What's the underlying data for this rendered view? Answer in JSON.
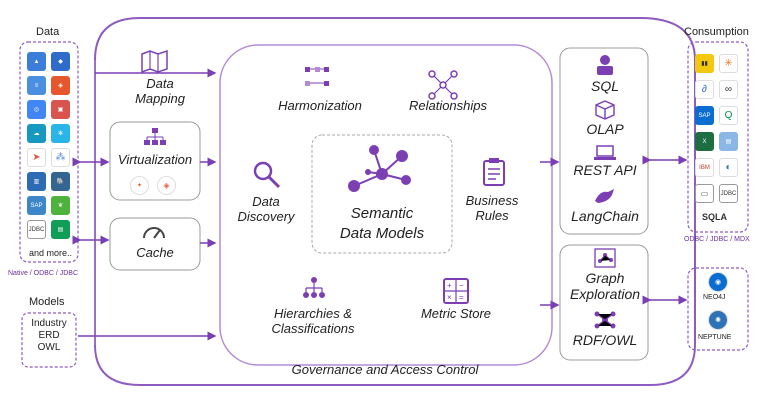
{
  "left": {
    "data_title": "Data",
    "more_label": "and more..",
    "jdbc_tile": "JDBC",
    "connectors_caption": "Native / ODBC / JDBC",
    "models_title": "Models",
    "models": [
      "Industry",
      "ERD",
      "OWL"
    ]
  },
  "left_tools": {
    "data_mapping": [
      "Data",
      "Mapping"
    ],
    "virtualization": "Virtualization",
    "cache": "Cache"
  },
  "center": {
    "harmonization": "Harmonization",
    "relationships": "Relationships",
    "data_discovery": [
      "Data",
      "Discovery"
    ],
    "semantic_models": [
      "Semantic",
      "Data Models"
    ],
    "business_rules": [
      "Business",
      "Rules"
    ],
    "hierarchies": [
      "Hierarchies &",
      "Classifications"
    ],
    "metric_store": "Metric Store",
    "governance": "Governance and Access Control"
  },
  "right_tools": {
    "sql": "SQL",
    "olap": "OLAP",
    "rest_api": "REST API",
    "langchain": "LangChain",
    "graph_exploration": [
      "Graph",
      "Exploration"
    ],
    "rdf_owl": "RDF/OWL"
  },
  "consumption": {
    "title": "Consumption",
    "caption": "ODBC / JDBC / MDX",
    "jdbc_tile": "JDBC",
    "sqla_tile": "SQLA",
    "neo4j": "NEO4J",
    "neptune": "NEPTUNE"
  },
  "colors": {
    "accent": "#7b3fb3",
    "purple_light": "#b48ad6"
  }
}
